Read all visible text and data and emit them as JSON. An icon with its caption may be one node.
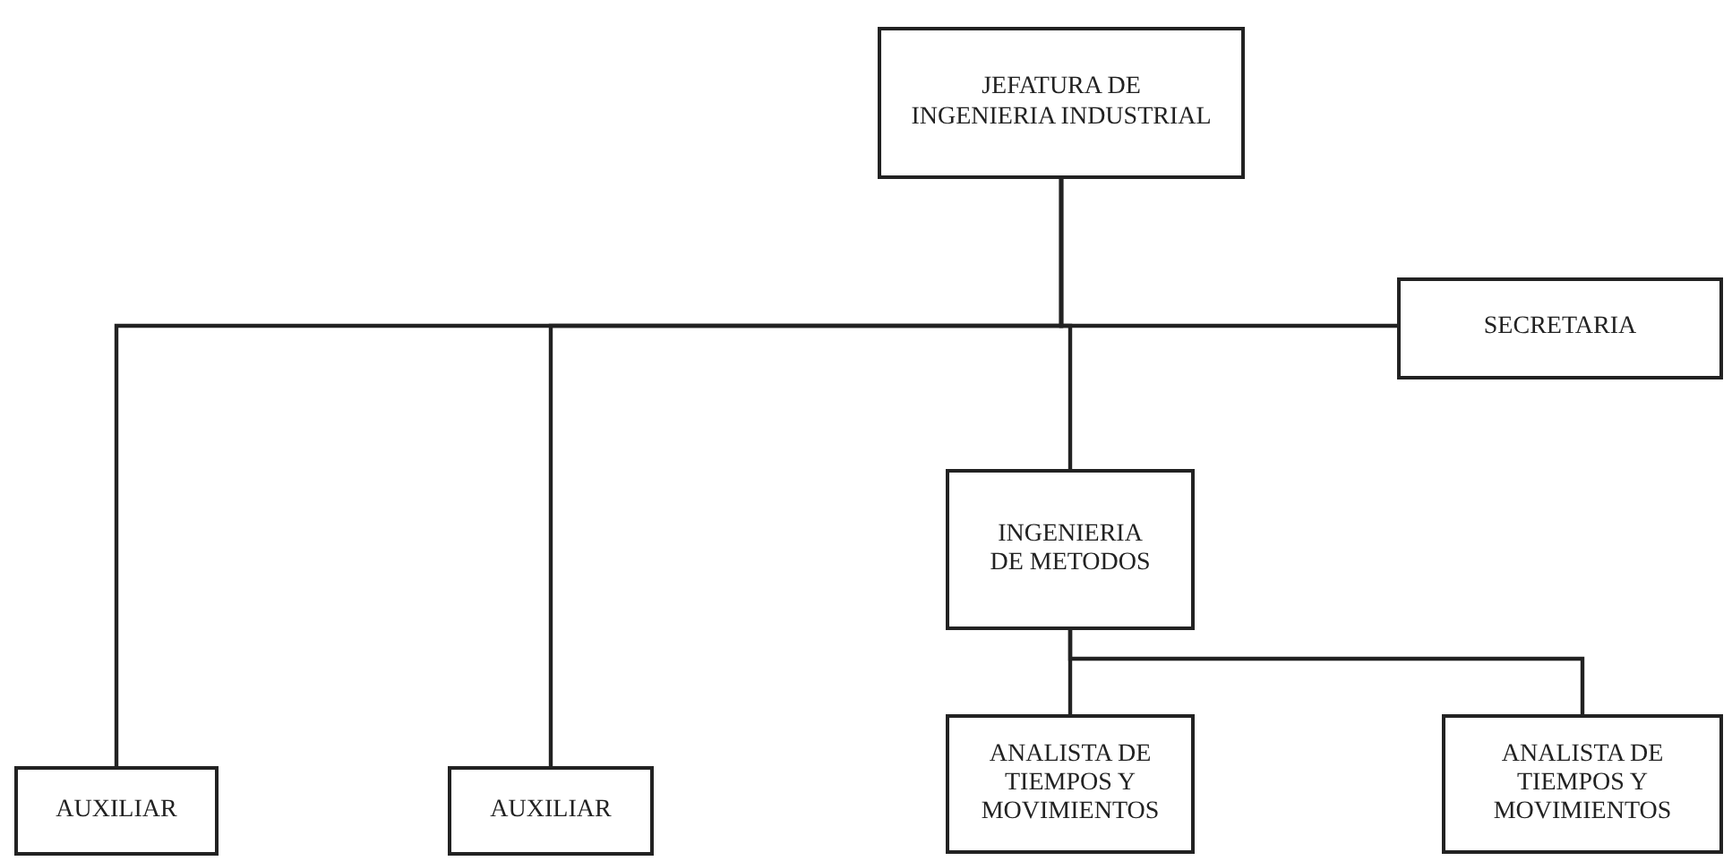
{
  "diagram": {
    "nodes": [
      {
        "text": [
          "JEFATURA DE INGENIERIA INDUSTRIAL"
        ]
      },
      {
        "text": [
          "SECRETARIA"
        ]
      },
      {
        "text": [
          "INGENIERIA DE METODOS"
        ]
      },
      {
        "text": [
          "AUXILIAR"
        ]
      },
      {
        "text": [
          "AUXILIAR"
        ]
      },
      {
        "text": [
          "ANALISTA DE TIEMPOS Y MOVIMIENTOS"
        ]
      },
      {
        "text": [
          "ANALISTA DE TIEMPOS Y MOVIMIENTOS"
        ]
      }
    ],
    "edges": [
      {
        "from": 0,
        "to": 1,
        "arrow": "none"
      },
      {
        "from": 0,
        "to": 2,
        "arrow": "none"
      },
      {
        "from": 0,
        "to": 3,
        "arrow": "none"
      },
      {
        "from": 0,
        "to": 4,
        "arrow": "none"
      },
      {
        "from": 2,
        "to": 5,
        "arrow": "none"
      },
      {
        "from": 2,
        "to": 6,
        "arrow": "none"
      }
    ]
  }
}
